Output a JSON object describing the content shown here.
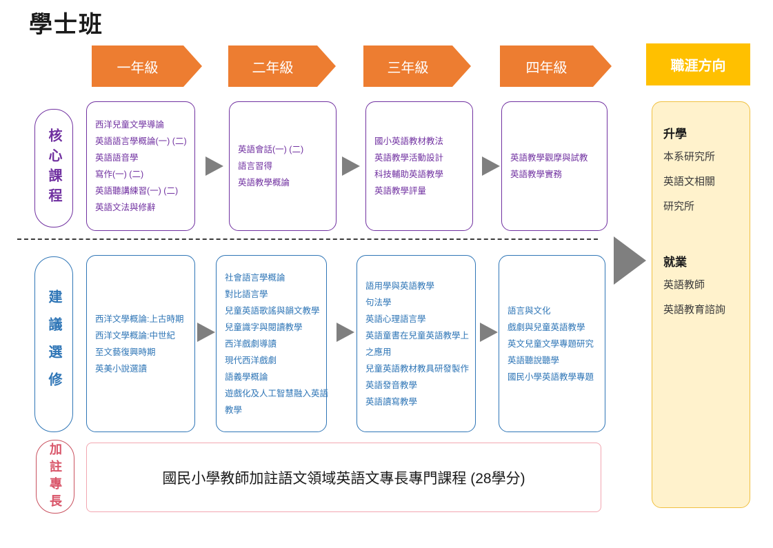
{
  "title": "學士班",
  "year_banners": [
    "一年級",
    "二年級",
    "三年級",
    "四年級"
  ],
  "career": {
    "header": "職涯方向",
    "sections": [
      {
        "heading": "升學",
        "items": [
          "本系研究所",
          "英語文相關",
          "研究所"
        ]
      },
      {
        "heading": "就業",
        "items": [
          "英語教師",
          "英語教育諮詢"
        ]
      }
    ]
  },
  "rows": {
    "core": {
      "label": "核心課程",
      "boxes": [
        {
          "lines": [
            "西洋兒童文學導論",
            "英語語言學概論(一) (二)",
            "英語語音學",
            "寫作(一) (二)",
            "英語聽講練習(一) (二)",
            "英語文法與修辭"
          ]
        },
        {
          "lines": [
            "英語會話(一) (二)",
            "語言習得",
            "英語教學概論"
          ]
        },
        {
          "lines": [
            "國小英語教材教法",
            "英語教學活動設計",
            "科技輔助英語教學",
            "英語教學評量"
          ]
        },
        {
          "lines": [
            "英語教學觀摩與試教",
            "英語教學實務"
          ]
        }
      ]
    },
    "electives": {
      "label": "建議選修",
      "boxes": [
        {
          "lines": [
            "西洋文學概論:上古時期",
            "西洋文學概論:中世紀",
            "至文藝復興時期",
            "英美小說選讀"
          ]
        },
        {
          "lines": [
            "社會語言學概論",
            "對比語言學",
            "兒童英語歌謠與韻文教學",
            "兒童識字與閱讀教學",
            "西洋戲劇導讀",
            "現代西洋戲劇",
            "語義學概論",
            "遊戲化及人工智慧融入英語",
            "教學"
          ]
        },
        {
          "lines": [
            "語用學與英語教學",
            "句法學",
            "英語心理語言學",
            "英語童書在兒童英語教學上",
            "之應用",
            "兒童英語教材教具研發製作",
            "英語發音教學",
            "英語讀寫教學"
          ]
        },
        {
          "lines": [
            "語言與文化",
            "戲劇與兒童英語教學",
            "英文兒童文學專題研究",
            "英語聽說聽學",
            "國民小學英語教學專題"
          ]
        }
      ]
    },
    "endorsement": {
      "label": "加註專長",
      "text": "國民小學教師加註語文領域英語文專長專門課程 (28學分)"
    }
  },
  "colors": {
    "orange_banner": "#ED7D31",
    "yellow_header": "#FFC000",
    "career_box_fill": "#FFF2CC",
    "career_box_border": "#F0C040",
    "purple": "#7030A0",
    "blue": "#2E75B6",
    "red_label": "#D9566A",
    "pink_box_border": "#F2A6B0",
    "gray_arrow": "#7F7F7F"
  }
}
